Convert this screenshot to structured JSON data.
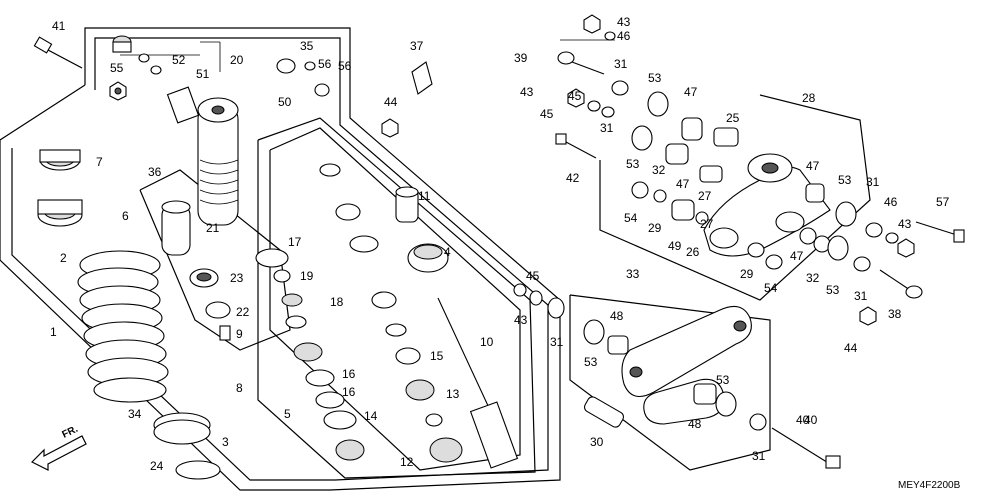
{
  "diagram": {
    "code": "MEY4F2200B",
    "direction_label": "FR.",
    "labels": [
      "41",
      "55",
      "52",
      "51",
      "20",
      "35",
      "56",
      "50",
      "37",
      "44",
      "7",
      "36",
      "6",
      "2",
      "21",
      "17",
      "23",
      "19",
      "22",
      "9",
      "1",
      "8",
      "11",
      "4",
      "18",
      "15",
      "10",
      "16",
      "5",
      "13",
      "34",
      "3",
      "24",
      "14",
      "12",
      "43",
      "46",
      "39",
      "31",
      "53",
      "47",
      "25",
      "28",
      "45",
      "42",
      "32",
      "27",
      "54",
      "29",
      "49",
      "26",
      "57",
      "38",
      "33",
      "48",
      "30",
      "40"
    ]
  }
}
